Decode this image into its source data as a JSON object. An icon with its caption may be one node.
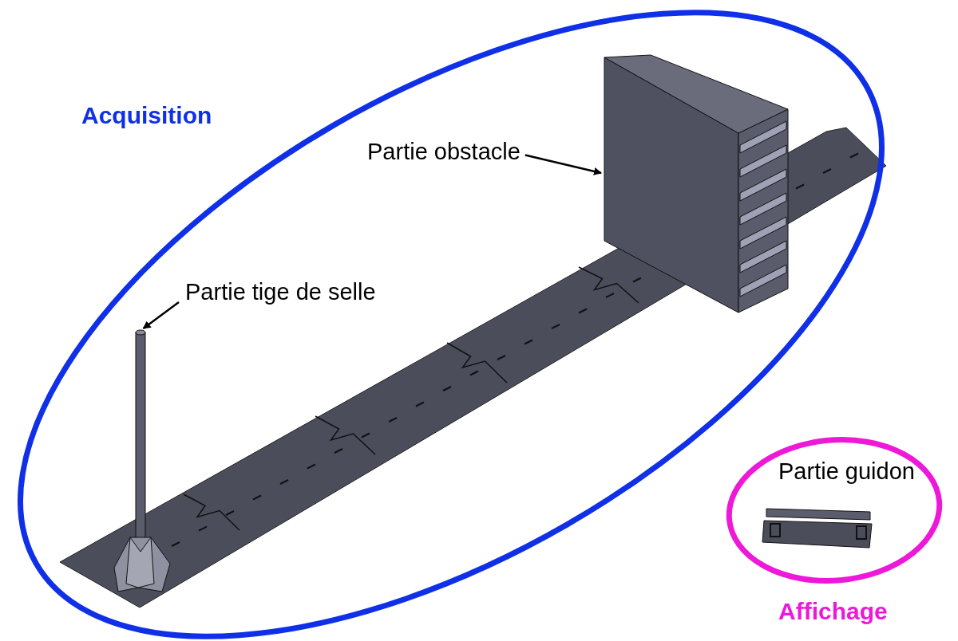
{
  "diagram": {
    "nodes": [
      {
        "text": [
          "Acquisition"
        ]
      },
      {
        "text": [
          "Partie obstacle"
        ],
        "in": 0
      },
      {
        "text": [],
        "shape": "picture",
        "in": 0
      },
      {
        "text": [
          "Partie tige de selle"
        ],
        "in": 0
      },
      {
        "text": [],
        "shape": "picture",
        "in": 0
      },
      {
        "text": [
          "Affichage"
        ]
      }
    ],
    "edges": [
      {
        "from": 1,
        "to": 2,
        "arrow": "to"
      },
      {
        "from": 3,
        "to": 4,
        "arrow": "to"
      }
    ],
    "labels": [
      "Partie guidon"
    ]
  }
}
